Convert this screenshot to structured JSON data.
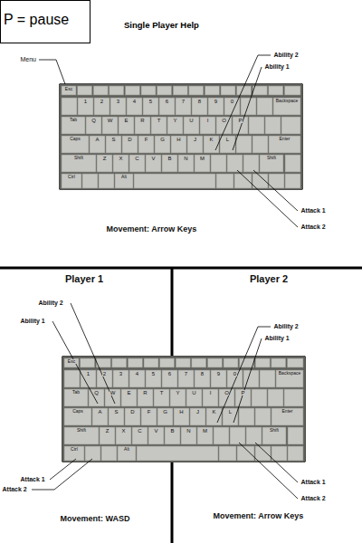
{
  "diagram": {
    "title": "Single Player Help",
    "nodes": [
      {
        "text": [
          "P = pause"
        ]
      }
    ],
    "labels": [
      "Menu",
      "Ability 2",
      "Ability 1",
      "Attack 1",
      "Attack 2",
      "Movement: Arrow Keys",
      "Player 1",
      "Player 2",
      "Ability 2",
      "Ability 1",
      "Attack 1",
      "Attack 2",
      "Movement: WASD",
      "Ability 2",
      "Ability 1",
      "Attack 1",
      "Attack 2",
      "Movement: Arrow Keys",
      "Esc",
      "1",
      "2",
      "3",
      "4",
      "5",
      "6",
      "7",
      "8",
      "9",
      "0",
      "Backspace",
      "Tab",
      "Q",
      "W",
      "E",
      "R",
      "T",
      "Y",
      "U",
      "I",
      "O",
      "P",
      "Caps",
      "A",
      "S",
      "D",
      "F",
      "G",
      "H",
      "J",
      "K",
      "L",
      "Enter",
      "Shift",
      "Z",
      "X",
      "C",
      "V",
      "B",
      "N",
      "M",
      "Shift",
      "Ctrl",
      "Alt",
      "Esc",
      "1",
      "2",
      "3",
      "4",
      "5",
      "6",
      "7",
      "8",
      "9",
      "0",
      "Backspace",
      "Tab",
      "Q",
      "W",
      "E",
      "R",
      "T",
      "Y",
      "U",
      "I",
      "O",
      "P",
      "Caps",
      "A",
      "S",
      "D",
      "F",
      "G",
      "H",
      "J",
      "K",
      "L",
      "Enter",
      "Shift",
      "Z",
      "X",
      "C",
      "V",
      "B",
      "N",
      "M",
      "Shift",
      "Ctrl",
      "Alt"
    ]
  }
}
